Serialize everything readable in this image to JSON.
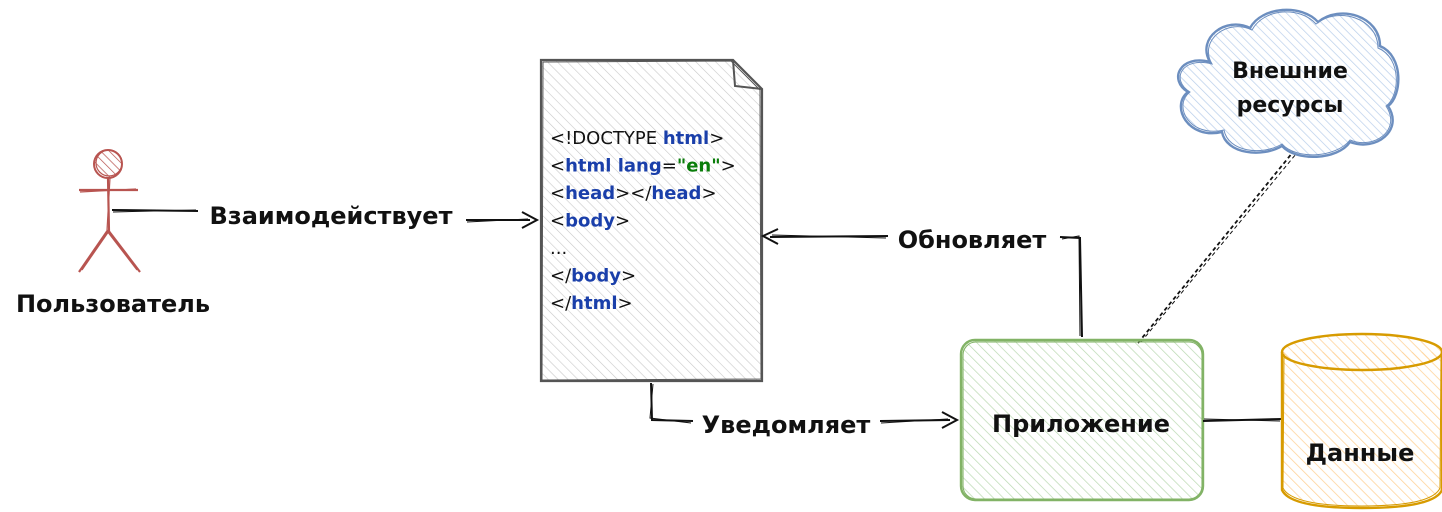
{
  "colors": {
    "user": "#b85450",
    "doc_stroke": "#555555",
    "doc_fill": "#e8e8e8",
    "app_stroke": "#82b366",
    "app_fill": "#d5e8d4",
    "data_stroke": "#d79b00",
    "data_fill": "#ffe6cc",
    "cloud_stroke": "#6c8ebf",
    "cloud_fill": "#dae8fc",
    "tag": "#1a3faa",
    "attr_value": "#0a7d0a",
    "plain": "#111111"
  },
  "nodes": {
    "user": {
      "label": "Пользователь"
    },
    "app": {
      "label": "Приложение"
    },
    "data": {
      "label": "Данные"
    },
    "external": {
      "line1": "Внешние",
      "line2": "ресурсы"
    }
  },
  "document": {
    "lines": [
      [
        {
          "t": "<!DOCTYPE ",
          "c": "plain"
        },
        {
          "t": "html",
          "c": "tag"
        },
        {
          "t": ">",
          "c": "plain"
        }
      ],
      [
        {
          "t": "<",
          "c": "plain"
        },
        {
          "t": "html lang",
          "c": "tag"
        },
        {
          "t": "=",
          "c": "plain"
        },
        {
          "t": "\"en\"",
          "c": "attr_value"
        },
        {
          "t": ">",
          "c": "plain"
        }
      ],
      [
        {
          "t": "<",
          "c": "plain"
        },
        {
          "t": "head",
          "c": "tag"
        },
        {
          "t": "></",
          "c": "plain"
        },
        {
          "t": "head",
          "c": "tag"
        },
        {
          "t": ">",
          "c": "plain"
        }
      ],
      [
        {
          "t": "<",
          "c": "plain"
        },
        {
          "t": "body",
          "c": "tag"
        },
        {
          "t": ">",
          "c": "plain"
        }
      ],
      [
        {
          "t": "...",
          "c": "plain"
        }
      ],
      [
        {
          "t": "</",
          "c": "plain"
        },
        {
          "t": "body",
          "c": "tag"
        },
        {
          "t": ">",
          "c": "plain"
        }
      ],
      [
        {
          "t": "</",
          "c": "plain"
        },
        {
          "t": "html",
          "c": "tag"
        },
        {
          "t": ">",
          "c": "plain"
        }
      ]
    ]
  },
  "edges": {
    "interacts": "Взаимодействует",
    "updates": "Обновляет",
    "notifies": "Уведомляет"
  }
}
